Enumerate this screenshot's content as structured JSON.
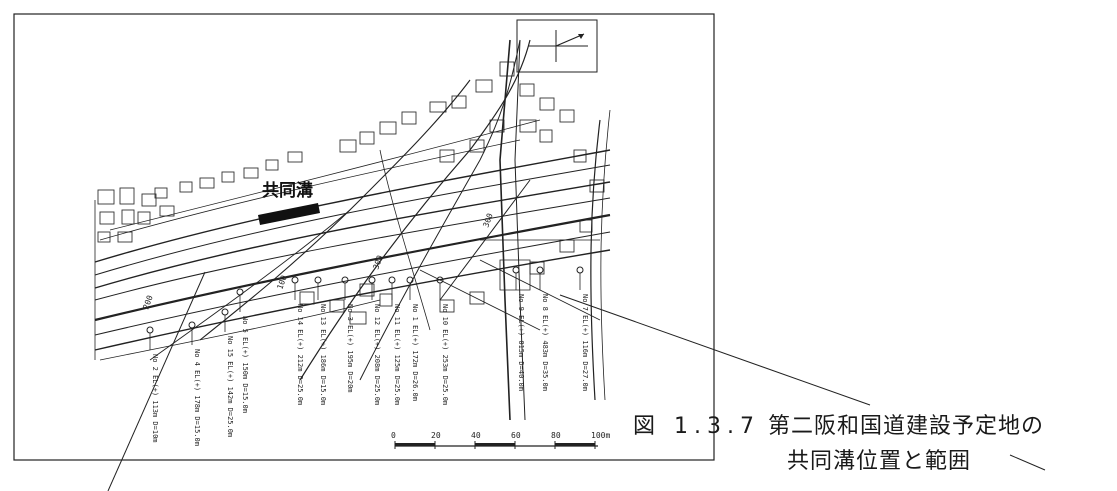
{
  "map": {
    "callout_label": "共同溝",
    "contour_labels": [
      "300",
      "300",
      "200",
      "100"
    ],
    "scale_bar": {
      "ticks": [
        "0",
        "20",
        "40",
        "60",
        "80",
        "100m"
      ]
    },
    "borehole_labels": [
      "No 2 EL(+) 113m D=10m",
      "No 4 EL(+) 178m D=15.0m",
      "No 15 EL(+) 142m D=25.0m",
      "No 5 EL(+) 150m D=15.0m",
      "No 14 EL(+) 212m D=25.0m",
      "No 13 EL(+) 186m D=15.0m",
      "No 3 EL(+) 195m D=20m",
      "No 12 EL(+) 208m D=25.0m",
      "No 11 EL(+) 125m D=25.0m",
      "No 1 EL(+) 172m D=26.0m",
      "No 10 EL(+) 253m D=25.0m",
      "No 9 EL(+) 015m D=40.0m",
      "No 8 EL(+) 483m D=35.0m",
      "No 7 EL(+) 116m D=27.0m"
    ]
  },
  "caption": {
    "figure_number": "図 1.3.7",
    "line1": "第二阪和国道建設予定地の",
    "line2": "共同溝位置と範囲"
  }
}
